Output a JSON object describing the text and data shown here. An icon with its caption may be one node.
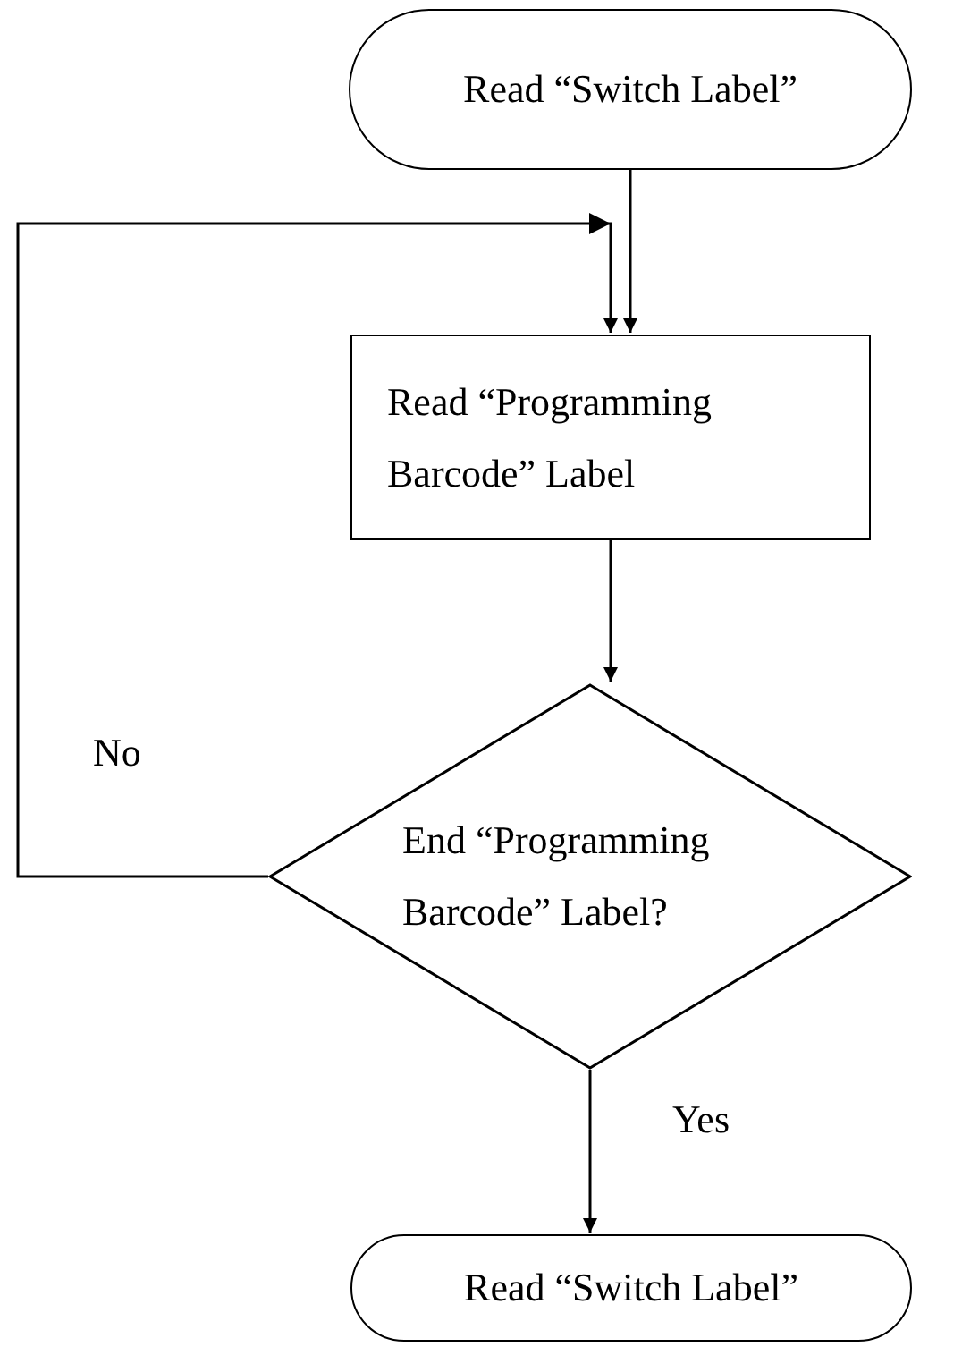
{
  "diagram": {
    "nodes": [
      {
        "text": [
          "Read “Switch Label”"
        ]
      },
      {
        "text": [
          "Read “Programming Barcode” Label"
        ]
      },
      {
        "text": [
          "End “Programming Barcode” Label?"
        ]
      },
      {
        "text": [
          "Read “Switch Label”"
        ]
      }
    ],
    "edges": [
      {
        "from": 0,
        "to": 1,
        "arrow": "to"
      },
      {
        "from": 1,
        "to": 2,
        "arrow": "to"
      },
      {
        "from": 2,
        "to": 1,
        "arrow": "to",
        "label": "No"
      },
      {
        "from": 2,
        "to": 3,
        "arrow": "to",
        "label": "Yes"
      }
    ]
  }
}
